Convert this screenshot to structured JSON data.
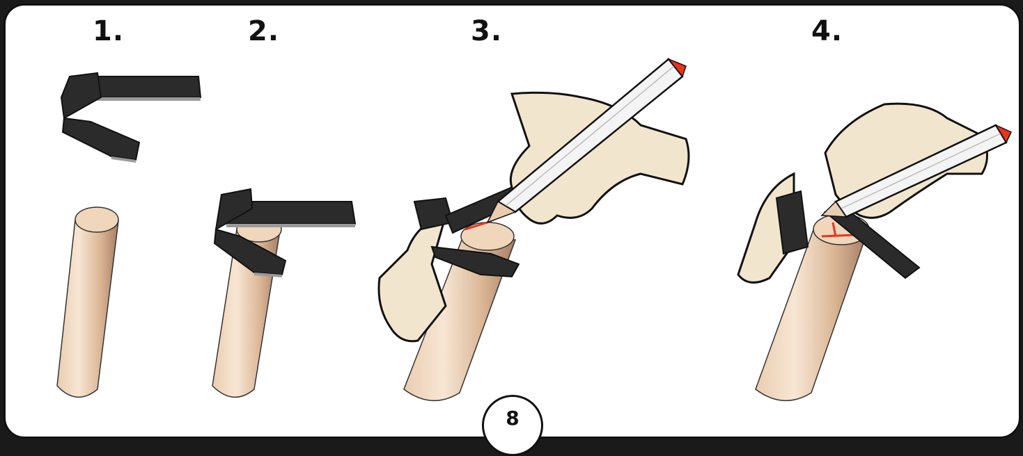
{
  "steps": [
    {
      "label": "1."
    },
    {
      "label": "2."
    },
    {
      "label": "3."
    },
    {
      "label": "4."
    }
  ],
  "page_number": "8",
  "colors": {
    "dowel_light": "#f3dcc4",
    "dowel_dark": "#b08970",
    "tool": "#2b2b2b",
    "tool_edge": "#9a9a9a",
    "glove": "#f1e6cd",
    "pencil": "#f4f4f4",
    "mark": "#e8341c"
  }
}
